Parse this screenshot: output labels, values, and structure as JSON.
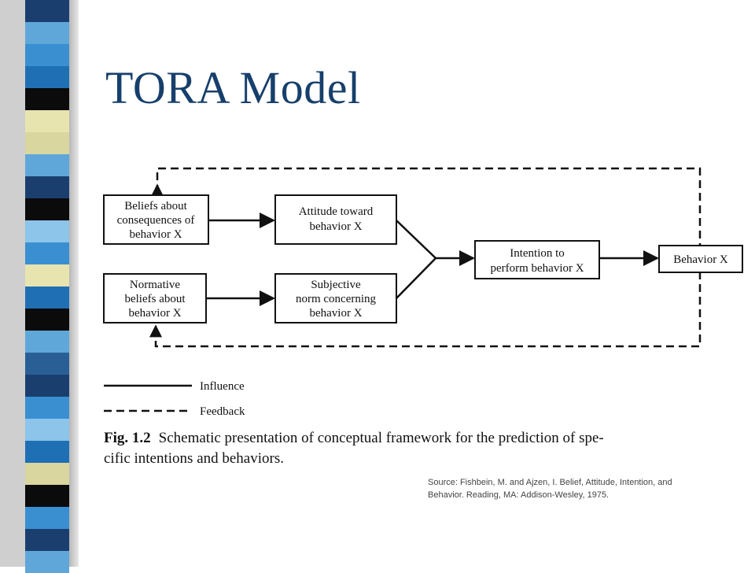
{
  "slide": {
    "title": "TORA Model"
  },
  "diagram": {
    "nodes": {
      "beliefs_consequences": [
        "Beliefs about",
        "consequences of",
        "behavior X"
      ],
      "normative_beliefs": [
        "Normative",
        "beliefs about",
        "behavior X"
      ],
      "attitude": [
        "Attitude toward",
        "behavior X"
      ],
      "subjective_norm": [
        "Subjective",
        "norm concerning",
        "behavior X"
      ],
      "intention": [
        "Intention to",
        "perform behavior X"
      ],
      "behavior": [
        "Behavior X"
      ]
    },
    "legend": {
      "influence": "Influence",
      "feedback": "Feedback"
    },
    "caption": {
      "label": "Fig. 1.2",
      "line1": "Schematic presentation of conceptual framework for the prediction of spe-",
      "line2": "cific intentions and behaviors."
    },
    "source": {
      "line1": "Source: Fishbein, M. and Ajzen, I. Belief, Attitude, Intention, and",
      "line2": "Behavior.  Reading, MA: Addison-Wesley, 1975."
    }
  },
  "colors": {
    "title": "#163f6b",
    "stripe_squares": [
      "#1a3f6e",
      "#3a8fd0",
      "#e8e4b0",
      "#1f6fb5",
      "#0b0b0b",
      "#5fa7d8",
      "#d9d6a0",
      "#2a5f95",
      "#8cc4ea"
    ]
  }
}
